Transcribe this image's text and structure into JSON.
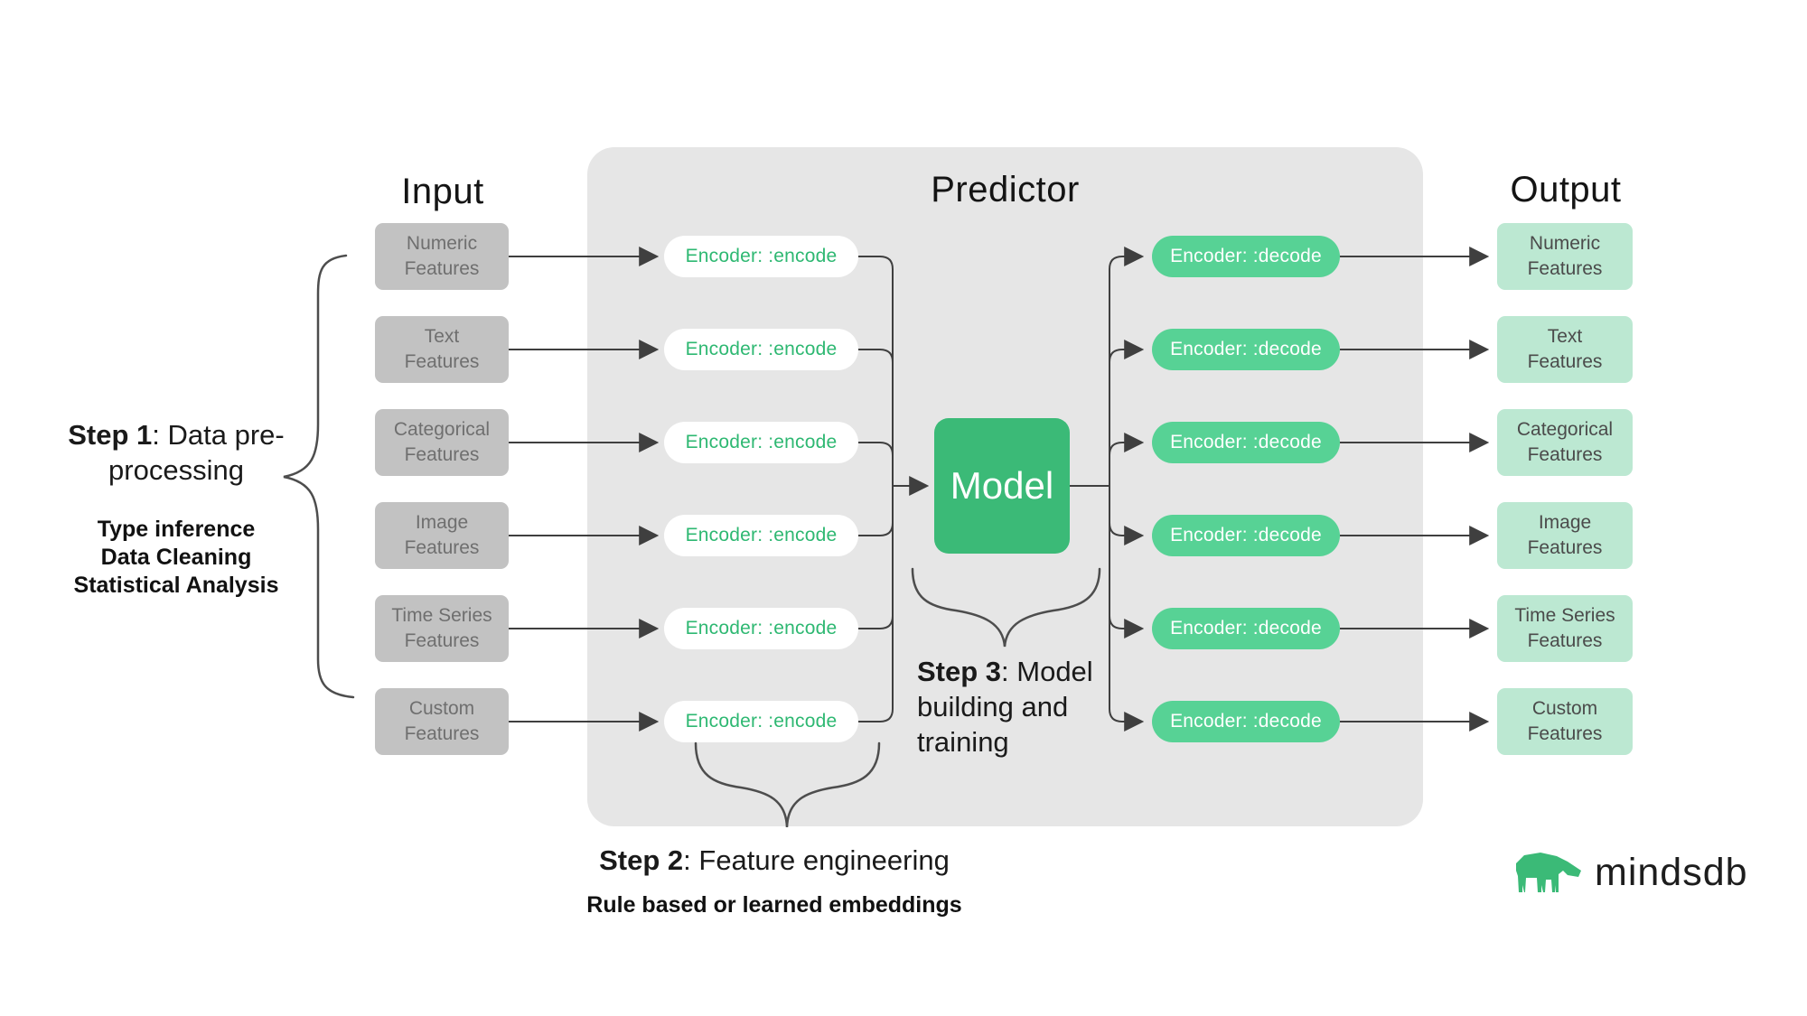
{
  "titles": {
    "input": "Input",
    "predictor": "Predictor",
    "output": "Output"
  },
  "rows": [
    {
      "input": [
        "Numeric",
        "Features"
      ],
      "output": [
        "Numeric",
        "Features"
      ]
    },
    {
      "input": [
        "Text",
        "Features"
      ],
      "output": [
        "Text",
        "Features"
      ]
    },
    {
      "input": [
        "Categorical",
        "Features"
      ],
      "output": [
        "Categorical",
        "Features"
      ]
    },
    {
      "input": [
        "Image",
        "Features"
      ],
      "output": [
        "Image",
        "Features"
      ]
    },
    {
      "input": [
        "Time Series",
        "Features"
      ],
      "output": [
        "Time Series",
        "Features"
      ]
    },
    {
      "input": [
        "Custom",
        "Features"
      ],
      "output": [
        "Custom",
        "Features"
      ]
    }
  ],
  "predictor": {
    "encode_label": "Encoder: :encode",
    "decode_label": "Encoder: :decode",
    "model_label": "Model"
  },
  "steps": {
    "step1": {
      "label": "Step 1",
      "rest": ": Data pre-processing",
      "details": [
        "Type inference",
        "Data Cleaning",
        "Statistical Analysis"
      ]
    },
    "step2": {
      "label": "Step 2",
      "rest": ": Feature engineering",
      "subtitle": "Rule based or learned embeddings"
    },
    "step3": {
      "label": "Step 3",
      "rest": ": Model building and training"
    }
  },
  "logo": {
    "text": "mindsdb"
  },
  "colors": {
    "brand_green": "#3bba77",
    "decode_green": "#57d295",
    "output_mint": "#bce8d2",
    "input_gray": "#c2c2c2",
    "panel_gray": "#e6e6e6",
    "encode_text_green": "#2eb872",
    "line": "#3f3f3f"
  }
}
